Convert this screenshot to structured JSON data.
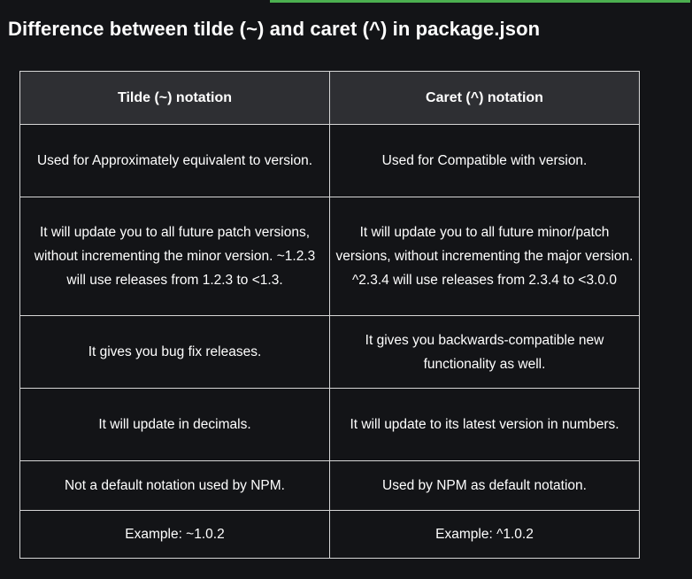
{
  "title": "Difference between tilde (~) and caret (^) in package.json",
  "colors": {
    "background": "#131417",
    "header_background": "#2e2f33",
    "accent": "#4caf50",
    "border": "#d6d6d6",
    "text": "#ffffff"
  },
  "table": {
    "headers": [
      "Tilde (~) notation",
      "Caret (^) notation"
    ],
    "rows": [
      [
        "Used for Approximately equivalent to version.",
        "Used for Compatible with version."
      ],
      [
        "It will update you to all future patch versions, without incrementing the minor version. ~1.2.3 will use releases from 1.2.3 to <1.3.",
        "It will update you to all future minor/patch versions, without incrementing the major version. ^2.3.4 will use releases from 2.3.4 to <3.0.0"
      ],
      [
        "It gives you bug fix releases.",
        "It gives you backwards-compatible new functionality as well."
      ],
      [
        "It will update in decimals.",
        "It will update to its latest version in numbers."
      ],
      [
        "Not a default notation used by NPM.",
        "Used by NPM as default notation."
      ],
      [
        "Example: ~1.0.2",
        "Example: ^1.0.2"
      ]
    ]
  }
}
